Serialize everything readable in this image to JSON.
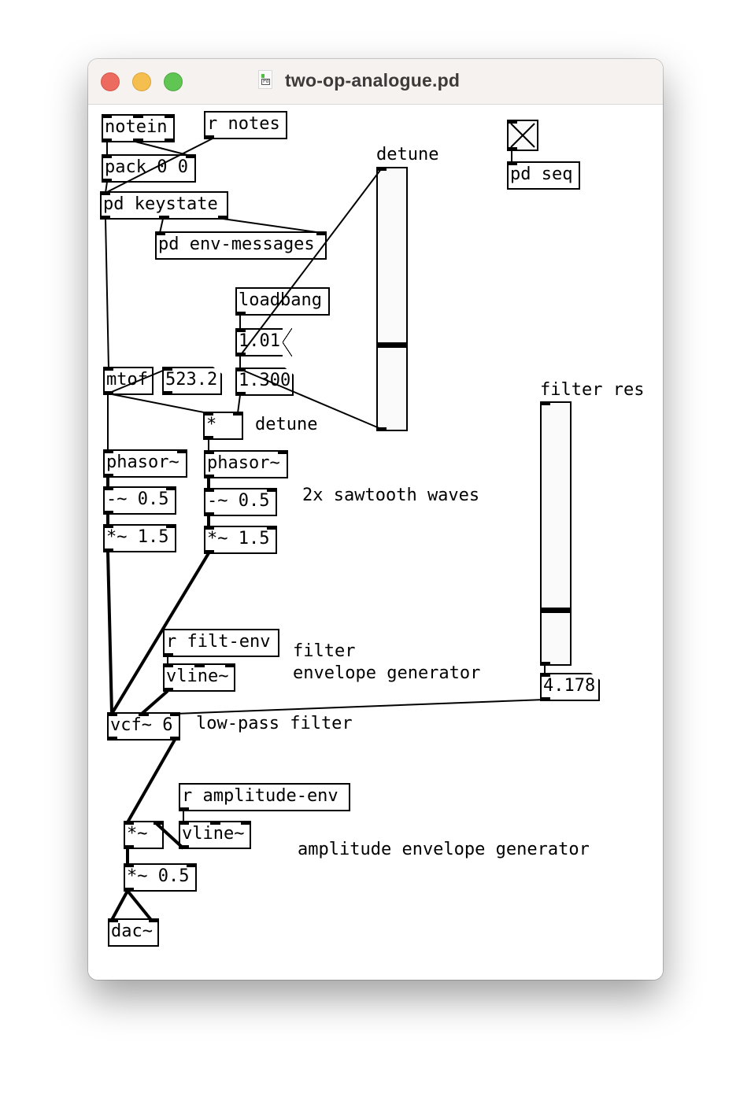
{
  "window": {
    "title": "two-op-analogue.pd",
    "traffic_lights": [
      "close",
      "minimize",
      "maximize"
    ],
    "file_icon": "pd-document-icon"
  },
  "objects": {
    "notein": "notein",
    "r_notes": "r notes",
    "pack": "pack 0 0",
    "pd_keystate": "pd keystate",
    "pd_env_messages": "pd env-messages",
    "loadbang": "loadbang",
    "msg_1_01": "1.01",
    "num_detune": "1.300",
    "mtof": "mtof",
    "num_freq": "523.2",
    "mul": "*",
    "phasor1": "phasor~",
    "phasor2": "phasor~",
    "sub1": "-~ 0.5",
    "sub2": "-~ 0.5",
    "mulsig1": "*~ 1.5",
    "mulsig2": "*~ 1.5",
    "r_filt_env": "r filt-env",
    "vline1": "vline~",
    "vcf": "vcf~ 6",
    "num_res": "4.178",
    "r_amp_env": "r amplitude-env",
    "mulamp": "*~",
    "vline2": "vline~",
    "mulhalf": "*~ 0.5",
    "dac": "dac~",
    "pd_seq": "pd seq"
  },
  "comments": {
    "detune_label": "detune",
    "detune_comment": "detune",
    "sawtooth": "2x sawtooth waves",
    "filter_res": "filter res",
    "filter_env_1": "filter",
    "filter_env_2": "envelope generator",
    "lowpass": "low-pass filter",
    "amp_env": "amplitude envelope generator"
  },
  "controls": {
    "detune_slider": {
      "label": "detune",
      "value_fraction": 0.32
    },
    "filter_res_slider": {
      "label": "filter res",
      "value_fraction": 0.2
    },
    "toggle_seq": {
      "checked": true
    }
  },
  "colors": {
    "titlebar": "#f6f2ef",
    "close": "#ed6a5e",
    "minimize": "#f5bf4f",
    "maximize": "#61c554",
    "ink": "#000000"
  }
}
